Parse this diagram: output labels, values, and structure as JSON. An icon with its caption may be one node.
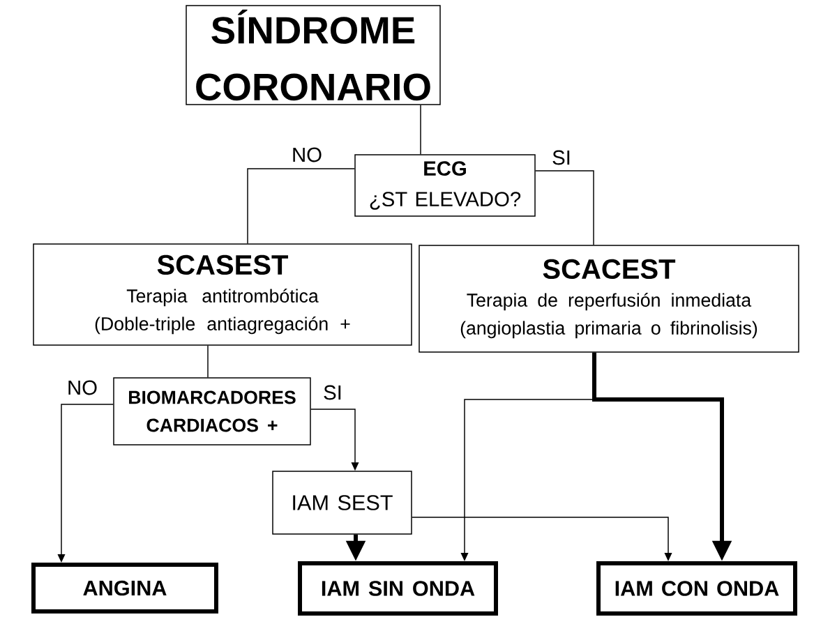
{
  "diagram": {
    "nodes": [
      {
        "text": [
          "SÍNDROME CORONARIO"
        ]
      },
      {
        "text": [
          "ECG",
          "¿ST ELEVADO?"
        ]
      },
      {
        "text": [
          "SCASEST",
          "Terapia antitrombótica",
          "(Doble-triple antiagregación +"
        ]
      },
      {
        "text": [
          "SCACEST",
          "Terapia de reperfusión inmediata",
          "(angioplastia primaria o fibrinolisis)"
        ]
      },
      {
        "text": [
          "BIOMARCADORES CARDIACOS +"
        ]
      },
      {
        "text": [
          "IAM SEST"
        ]
      },
      {
        "text": [
          "ANGINA"
        ]
      },
      {
        "text": [
          "IAM SIN ONDA"
        ]
      },
      {
        "text": [
          "IAM CON ONDA"
        ]
      }
    ],
    "edges": [
      {
        "from": 0,
        "to": 1,
        "arrow": "none"
      },
      {
        "from": 1,
        "to": 2,
        "arrow": "none",
        "label": "NO"
      },
      {
        "from": 1,
        "to": 3,
        "arrow": "none",
        "label": "SI"
      },
      {
        "from": 2,
        "to": 4,
        "arrow": "none"
      },
      {
        "from": 4,
        "to": 6,
        "arrow": "to",
        "label": "NO"
      },
      {
        "from": 4,
        "to": 5,
        "arrow": "to",
        "label": "SI"
      },
      {
        "from": 5,
        "to": 7,
        "arrow": "to",
        "style": "thick"
      },
      {
        "from": 5,
        "to": 8,
        "arrow": "to"
      },
      {
        "from": 3,
        "to": 7,
        "arrow": "to"
      },
      {
        "from": 3,
        "to": 8,
        "arrow": "to",
        "style": "thick"
      }
    ]
  }
}
